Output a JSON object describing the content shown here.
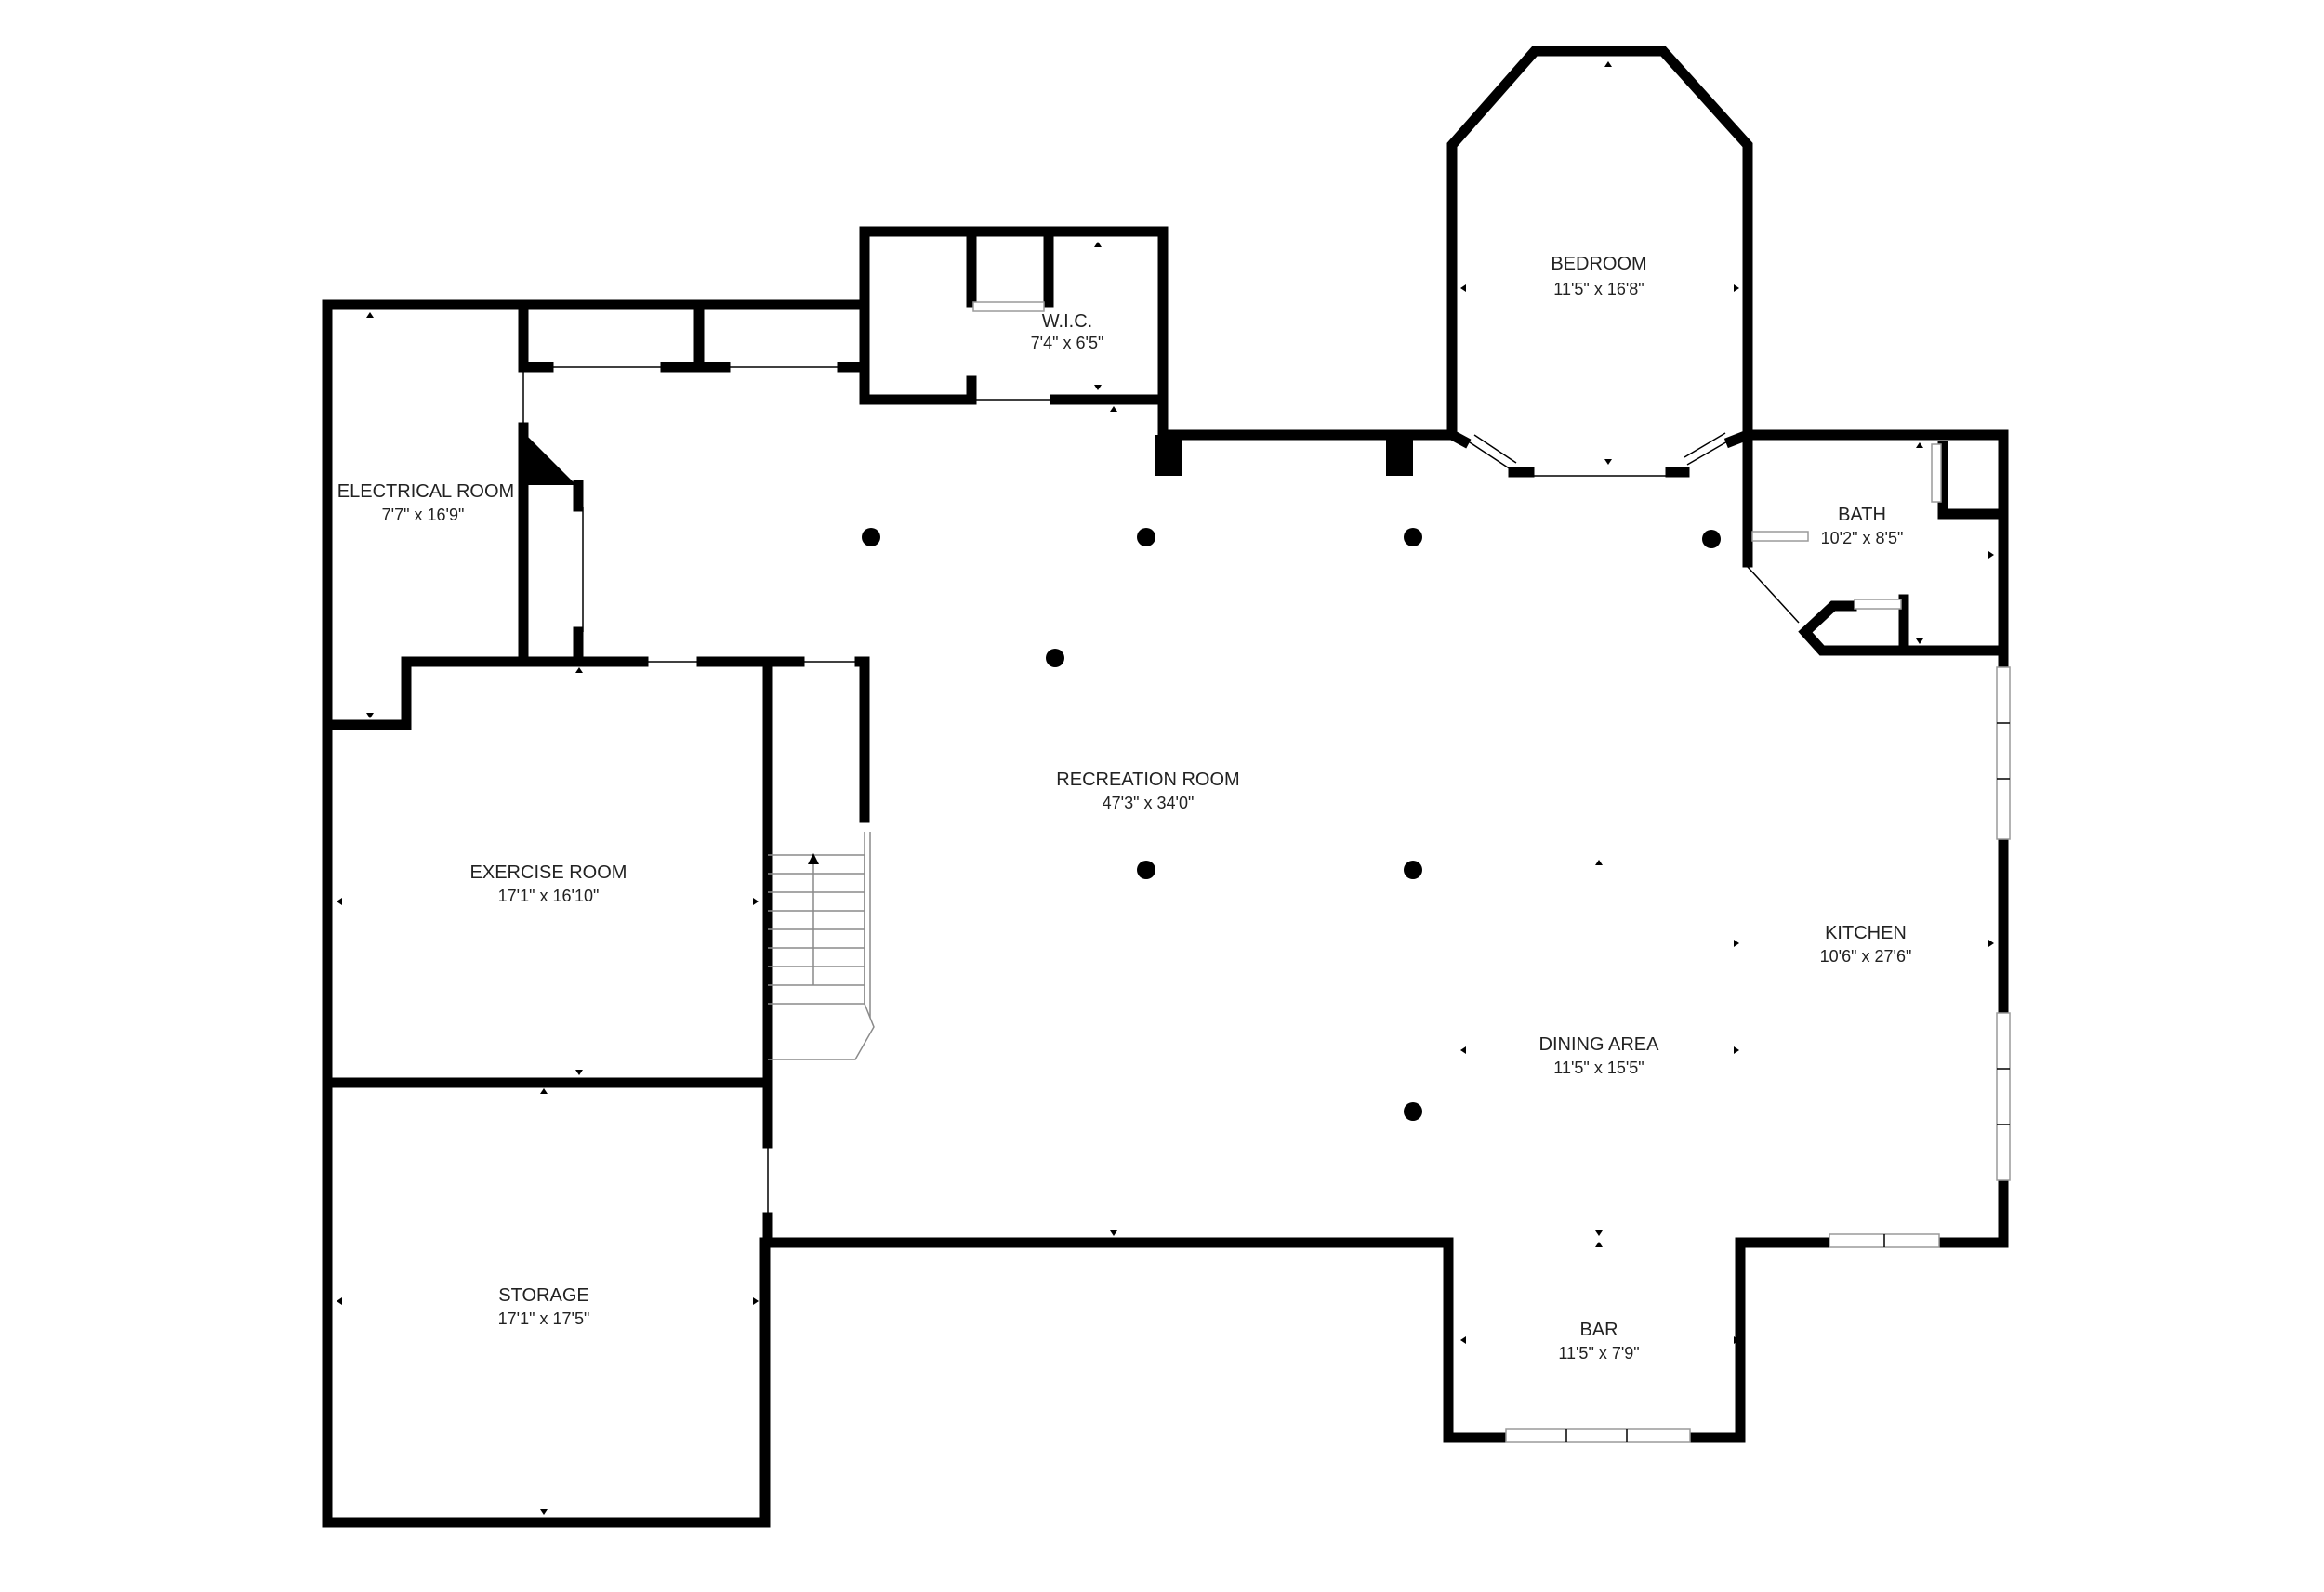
{
  "rooms": [
    {
      "id": "bedroom",
      "name": "BEDROOM",
      "dims": "11'5\" x 16'8\""
    },
    {
      "id": "wic",
      "name": "W.I.C.",
      "dims": "7'4\" x 6'5\""
    },
    {
      "id": "electrical",
      "name": "ELECTRICAL ROOM",
      "dims": "7'7\" x 16'9\""
    },
    {
      "id": "bath",
      "name": "BATH",
      "dims": "10'2\" x 8'5\""
    },
    {
      "id": "recreation",
      "name": "RECREATION ROOM",
      "dims": "47'3\" x 34'0\""
    },
    {
      "id": "exercise",
      "name": "EXERCISE ROOM",
      "dims": "17'1\" x 16'10\""
    },
    {
      "id": "kitchen",
      "name": "KITCHEN",
      "dims": "10'6\" x 27'6\""
    },
    {
      "id": "dining",
      "name": "DINING AREA",
      "dims": "11'5\" x 15'5\""
    },
    {
      "id": "storage",
      "name": "STORAGE",
      "dims": "17'1\" x 17'5\""
    },
    {
      "id": "bar",
      "name": "BAR",
      "dims": "11'5\" x 7'9\""
    }
  ]
}
